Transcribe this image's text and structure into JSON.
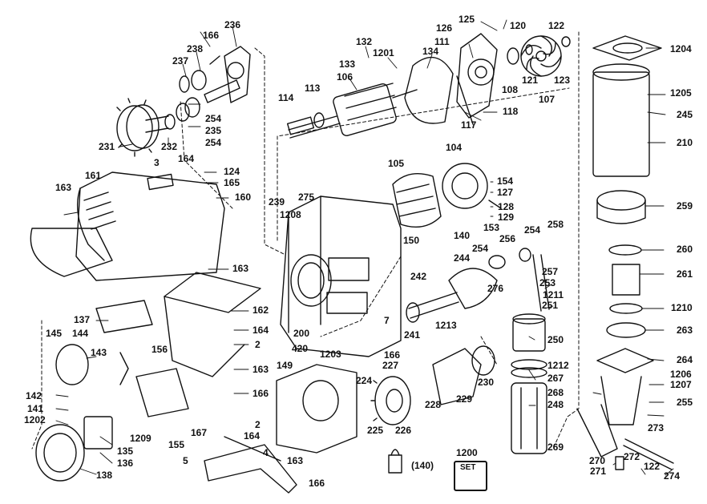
{
  "diagram": {
    "kind": "exploded-parts-view",
    "colors": {
      "ink": "#111111",
      "paper": "#ffffff"
    },
    "set_box_label": "SET",
    "labels": [
      {
        "id": "p125",
        "text": "125"
      },
      {
        "id": "p126",
        "text": "126"
      },
      {
        "id": "p120",
        "text": "120"
      },
      {
        "id": "p122a",
        "text": "122"
      },
      {
        "id": "p166a",
        "text": "166"
      },
      {
        "id": "p236",
        "text": "236"
      },
      {
        "id": "p238",
        "text": "238"
      },
      {
        "id": "p237",
        "text": "237"
      },
      {
        "id": "p132",
        "text": "132"
      },
      {
        "id": "p1201",
        "text": "1201"
      },
      {
        "id": "p133",
        "text": "133"
      },
      {
        "id": "p111",
        "text": "111"
      },
      {
        "id": "p134",
        "text": "134"
      },
      {
        "id": "p106",
        "text": "106"
      },
      {
        "id": "p108",
        "text": "108"
      },
      {
        "id": "p121",
        "text": "121"
      },
      {
        "id": "p123",
        "text": "123"
      },
      {
        "id": "p107",
        "text": "107"
      },
      {
        "id": "p1204",
        "text": "1204"
      },
      {
        "id": "p1205",
        "text": "1205"
      },
      {
        "id": "p245",
        "text": "245"
      },
      {
        "id": "p113",
        "text": "113"
      },
      {
        "id": "p114",
        "text": "114"
      },
      {
        "id": "p118",
        "text": "118"
      },
      {
        "id": "p117",
        "text": "117"
      },
      {
        "id": "p254a",
        "text": "254"
      },
      {
        "id": "p235",
        "text": "235"
      },
      {
        "id": "p254b",
        "text": "254"
      },
      {
        "id": "p231",
        "text": "231"
      },
      {
        "id": "p232",
        "text": "232"
      },
      {
        "id": "p210",
        "text": "210"
      },
      {
        "id": "p104",
        "text": "104"
      },
      {
        "id": "p105",
        "text": "105"
      },
      {
        "id": "p3",
        "text": "3"
      },
      {
        "id": "p164a",
        "text": "164"
      },
      {
        "id": "p124",
        "text": "124"
      },
      {
        "id": "p165",
        "text": "165"
      },
      {
        "id": "p161",
        "text": "161"
      },
      {
        "id": "p154",
        "text": "154"
      },
      {
        "id": "p127",
        "text": "127"
      },
      {
        "id": "p163a",
        "text": "163"
      },
      {
        "id": "p160",
        "text": "160"
      },
      {
        "id": "p239",
        "text": "239"
      },
      {
        "id": "p275",
        "text": "275"
      },
      {
        "id": "p1208",
        "text": "1208"
      },
      {
        "id": "p128",
        "text": "128"
      },
      {
        "id": "p129",
        "text": "129"
      },
      {
        "id": "p153",
        "text": "153"
      },
      {
        "id": "p259",
        "text": "259"
      },
      {
        "id": "p258",
        "text": "258"
      },
      {
        "id": "p140a",
        "text": "140"
      },
      {
        "id": "p254c",
        "text": "254"
      },
      {
        "id": "p256",
        "text": "256"
      },
      {
        "id": "p150",
        "text": "150"
      },
      {
        "id": "p254d",
        "text": "254"
      },
      {
        "id": "p244",
        "text": "244"
      },
      {
        "id": "p260",
        "text": "260"
      },
      {
        "id": "p257",
        "text": "257"
      },
      {
        "id": "p163b",
        "text": "163"
      },
      {
        "id": "p253",
        "text": "253"
      },
      {
        "id": "p242",
        "text": "242"
      },
      {
        "id": "p276",
        "text": "276"
      },
      {
        "id": "p261",
        "text": "261"
      },
      {
        "id": "p1211",
        "text": "1211"
      },
      {
        "id": "p162",
        "text": "162"
      },
      {
        "id": "p251",
        "text": "251"
      },
      {
        "id": "p1210",
        "text": "1210"
      },
      {
        "id": "p137",
        "text": "137"
      },
      {
        "id": "p7",
        "text": "7"
      },
      {
        "id": "p241",
        "text": "241"
      },
      {
        "id": "p1213",
        "text": "1213"
      },
      {
        "id": "p145",
        "text": "145"
      },
      {
        "id": "p144",
        "text": "144"
      },
      {
        "id": "p164b",
        "text": "164"
      },
      {
        "id": "p200",
        "text": "200"
      },
      {
        "id": "p263",
        "text": "263"
      },
      {
        "id": "p250",
        "text": "250"
      },
      {
        "id": "p2a",
        "text": "2"
      },
      {
        "id": "p420",
        "text": "420"
      },
      {
        "id": "p143",
        "text": "143"
      },
      {
        "id": "p156",
        "text": "156"
      },
      {
        "id": "p1203",
        "text": "1203"
      },
      {
        "id": "p166b",
        "text": "166"
      },
      {
        "id": "p264",
        "text": "264"
      },
      {
        "id": "p149",
        "text": "149"
      },
      {
        "id": "p163c",
        "text": "163"
      },
      {
        "id": "p227",
        "text": "227"
      },
      {
        "id": "p1212",
        "text": "1212"
      },
      {
        "id": "p1206",
        "text": "1206"
      },
      {
        "id": "p230",
        "text": "230"
      },
      {
        "id": "p267",
        "text": "267"
      },
      {
        "id": "p142",
        "text": "142"
      },
      {
        "id": "p224",
        "text": "224"
      },
      {
        "id": "p166c",
        "text": "166"
      },
      {
        "id": "p1207",
        "text": "1207"
      },
      {
        "id": "p268",
        "text": "268"
      },
      {
        "id": "p141",
        "text": "141"
      },
      {
        "id": "p229",
        "text": "229"
      },
      {
        "id": "p228",
        "text": "228"
      },
      {
        "id": "p248",
        "text": "248"
      },
      {
        "id": "p255",
        "text": "255"
      },
      {
        "id": "p1202",
        "text": "1202"
      },
      {
        "id": "p225",
        "text": "225"
      },
      {
        "id": "p226",
        "text": "226"
      },
      {
        "id": "p1209",
        "text": "1209"
      },
      {
        "id": "p167",
        "text": "167"
      },
      {
        "id": "p2b",
        "text": "2"
      },
      {
        "id": "p273",
        "text": "273"
      },
      {
        "id": "p164c",
        "text": "164"
      },
      {
        "id": "p155",
        "text": "155"
      },
      {
        "id": "p135",
        "text": "135"
      },
      {
        "id": "p1200",
        "text": "1200"
      },
      {
        "id": "p269",
        "text": "269"
      },
      {
        "id": "p163d",
        "text": "163"
      },
      {
        "id": "p4",
        "text": "4"
      },
      {
        "id": "p140b",
        "text": "(140)"
      },
      {
        "id": "p136",
        "text": "136"
      },
      {
        "id": "p270",
        "text": "270"
      },
      {
        "id": "p272",
        "text": "272"
      },
      {
        "id": "p5",
        "text": "5"
      },
      {
        "id": "p122b",
        "text": "122"
      },
      {
        "id": "p271",
        "text": "271"
      },
      {
        "id": "p138",
        "text": "138"
      },
      {
        "id": "p166d",
        "text": "166"
      },
      {
        "id": "p274",
        "text": "274"
      }
    ]
  }
}
